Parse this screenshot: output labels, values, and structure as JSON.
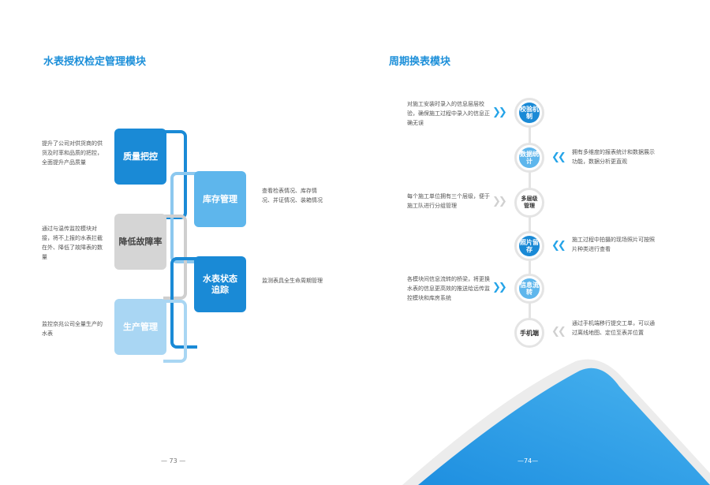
{
  "left": {
    "title": "水表授权检定管理模块",
    "boxes": {
      "quality": "质量把控",
      "inventory": "库存管理",
      "reduce_failure": "降低故障率",
      "meter_status": "水表状态追踪",
      "production": "生产管理"
    },
    "descs": {
      "quality": "提升了公司对供货商的供货及时率和品质的把控，全面提升产品质量",
      "inventory": "查看检表情况、库存情况、并证情况、装箱情况",
      "reduce_failure": "通过与温传监控模块对接，将不上报的水表拦截在外、降低了故障表的数量",
      "meter_status": "监测表具全生命周期管理",
      "production": "监控京兆公司全量生产的水表"
    },
    "page_number": "— 73 —"
  },
  "right": {
    "title": "周期换表模块",
    "nodes": [
      {
        "label": "校验机制",
        "desc": "对施工安装时录入的信息层层校验，确保施工过程中录入的信息正确无误"
      },
      {
        "label": "数据统计",
        "desc": "拥有多维度的报表统计和数据展示功能，数据分析更直观"
      },
      {
        "label": "多层级管理",
        "desc": "每个施工单位拥有三个层级，便于施工队进行分组管理"
      },
      {
        "label": "照片留存",
        "desc": "施工过程中拍摄的现场照片可按照片种类进行查看"
      },
      {
        "label": "信息流转",
        "desc": "各模块间信息流转的桥梁，将更换水表的信息更高效的推送给远传监控模块和库房系统"
      },
      {
        "label": "手机端",
        "desc": "通过手机端移行提交工单，可以通过离线地图、定位至表并位置"
      }
    ],
    "page_number": "—74—"
  },
  "colors": {
    "title_blue": "#1c8fd9",
    "dark_blue": "#1a8ad6",
    "light_blue": "#5eb6ec",
    "gray": "#d5d5d5",
    "pale_blue": "#a9d6f3",
    "chevron_blue": "#25a4e8",
    "chevron_gray": "#d0d0d0"
  }
}
